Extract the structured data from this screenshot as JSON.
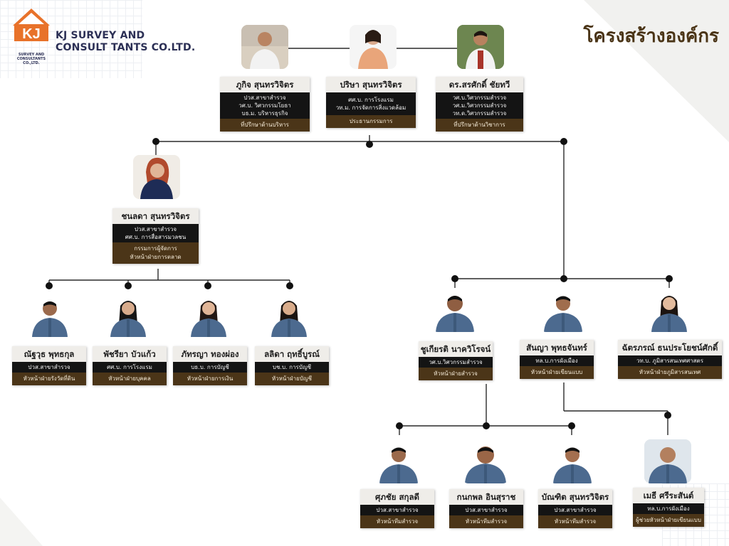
{
  "company": {
    "logo_letters": "KJ",
    "logo_sub": "SURVEY AND CONSULTANTS CO.,LTD.",
    "name_line1": "KJ SURVEY AND",
    "name_line2": "CONSULT TANTS CO.LTD."
  },
  "title": "โครงสร้างองค์กร",
  "people": [
    {
      "id": "p1",
      "name": "ภูกิจ สุนทรวิจิตร",
      "edu": [
        "ปวส.สาขาสำรวจ",
        "วศ.บ. วิศวกรรมโยธา",
        "บธ.ม. บริหารธุรกิจ"
      ],
      "pos": [
        "ที่ปรึกษาด้านบริหาร"
      ]
    },
    {
      "id": "p2",
      "name": "ปริษา สุนทรวิจิตร",
      "edu": [
        "ศศ.บ. การโรงแรม",
        "วท.ม. การจัดการสิ่งแวดล้อม"
      ],
      "pos": [
        "ประธานกรรมการ"
      ]
    },
    {
      "id": "p3",
      "name": "ดร.สรศักดิ์ ชัยทวี",
      "edu": [
        "วศ.บ.วิศวกรรมสำรวจ",
        "วศ.ม.วิศวกรรมสำรวจ",
        "วท.ด.วิศวกรรมสำรวจ"
      ],
      "pos": [
        "ที่ปรึกษาด้านวิชาการ"
      ]
    },
    {
      "id": "p4",
      "name": "ชนลดา สุนทรวิจิตร",
      "edu": [
        "ปวส.สาขาสำรวจ",
        "ศศ.บ. การสื่อสารมวลชน"
      ],
      "pos": [
        "กรรมการผู้จัดการ",
        "หัวหน้าฝ่ายการตลาด"
      ]
    },
    {
      "id": "p5",
      "name": "ณัฐวุธ พุทธกุล",
      "edu": [
        "ปวส.สาขาสำรวจ"
      ],
      "pos": [
        "หัวหน้าฝ่ายรังวัดที่ดิน"
      ]
    },
    {
      "id": "p6",
      "name": "พัชรียา บัวแก้ว",
      "edu": [
        "ศศ.บ. การโรงแรม"
      ],
      "pos": [
        "หัวหน้าฝ่ายบุคคล"
      ]
    },
    {
      "id": "p7",
      "name": "ภัทรญา ทองผ่อง",
      "edu": [
        "บธ.บ. การบัญชี"
      ],
      "pos": [
        "หัวหน้าฝ่ายการเงิน"
      ]
    },
    {
      "id": "p8",
      "name": "ลลิดา ฤทธิ์บูรณ์",
      "edu": [
        "บช.บ. การบัญชี"
      ],
      "pos": [
        "หัวหน้าฝ่ายบัญชี"
      ]
    },
    {
      "id": "p9",
      "name": "ชูเกียรติ นาควิโรจน์",
      "edu": [
        "วศ.บ.วิศวกรรมสำรวจ"
      ],
      "pos": [
        "หัวหน้าฝ่ายสำรวจ"
      ]
    },
    {
      "id": "p10",
      "name": "สันญา พุทธจันทร์",
      "edu": [
        "ทล.บ.การผังเมือง"
      ],
      "pos": [
        "หัวหน้าฝ่ายเขียนแบบ"
      ]
    },
    {
      "id": "p11",
      "name": "ฉัตรภรณ์ ธนประโยชน์ศักดิ์",
      "edu": [
        "วท.บ. ภูมิสารสนเทศศาสตร"
      ],
      "pos": [
        "หัวหน้าฝ่ายภูมิสารสนเทศ"
      ]
    },
    {
      "id": "p12",
      "name": "ศุภชัย สกุลดี",
      "edu": [
        "ปวส.สาขาสำรวจ"
      ],
      "pos": [
        "หัวหน้าทีมสำรวจ"
      ]
    },
    {
      "id": "p13",
      "name": "กนกพล อินสุราช",
      "edu": [
        "ปวส.สาขาสำรวจ"
      ],
      "pos": [
        "หัวหน้าทีมสำรวจ"
      ]
    },
    {
      "id": "p14",
      "name": "บัณฑิต สุนทรวิจิตร",
      "edu": [
        "ปวส.สาขาสำรวจ"
      ],
      "pos": [
        "หัวหน้าทีมสำรวจ"
      ]
    },
    {
      "id": "p15",
      "name": "เมธี ศรีระสันต์",
      "edu": [
        "ทล.บ.การผังเมือง"
      ],
      "pos": [
        "ผู้ช่วยหัวหน้าฝ่ายเขียนแบบ"
      ]
    }
  ],
  "colors": {
    "name_bg": "#efede9",
    "edu_bg": "#141414",
    "pos_bg": "#4b3518",
    "title": "#4a3416",
    "company": "#2b2f55",
    "logo_orange": "#e8722a"
  }
}
